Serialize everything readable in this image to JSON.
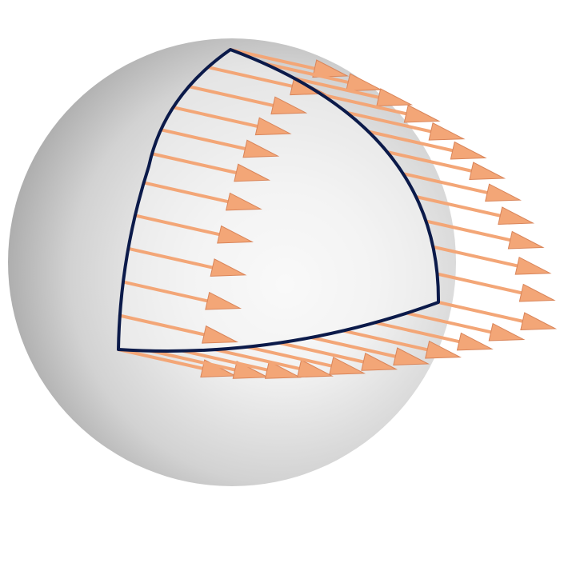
{
  "scene": {
    "sphere_color": "#d8d8d8",
    "sphere_highlight": "#ffffff",
    "boundary_color": "#0b1a4a",
    "arrow_color": "#f3a677",
    "arrow_shade": "#d9855a",
    "arrow_groups": [
      "left-edge",
      "top-edge",
      "right-edge",
      "bottom-edge"
    ]
  }
}
